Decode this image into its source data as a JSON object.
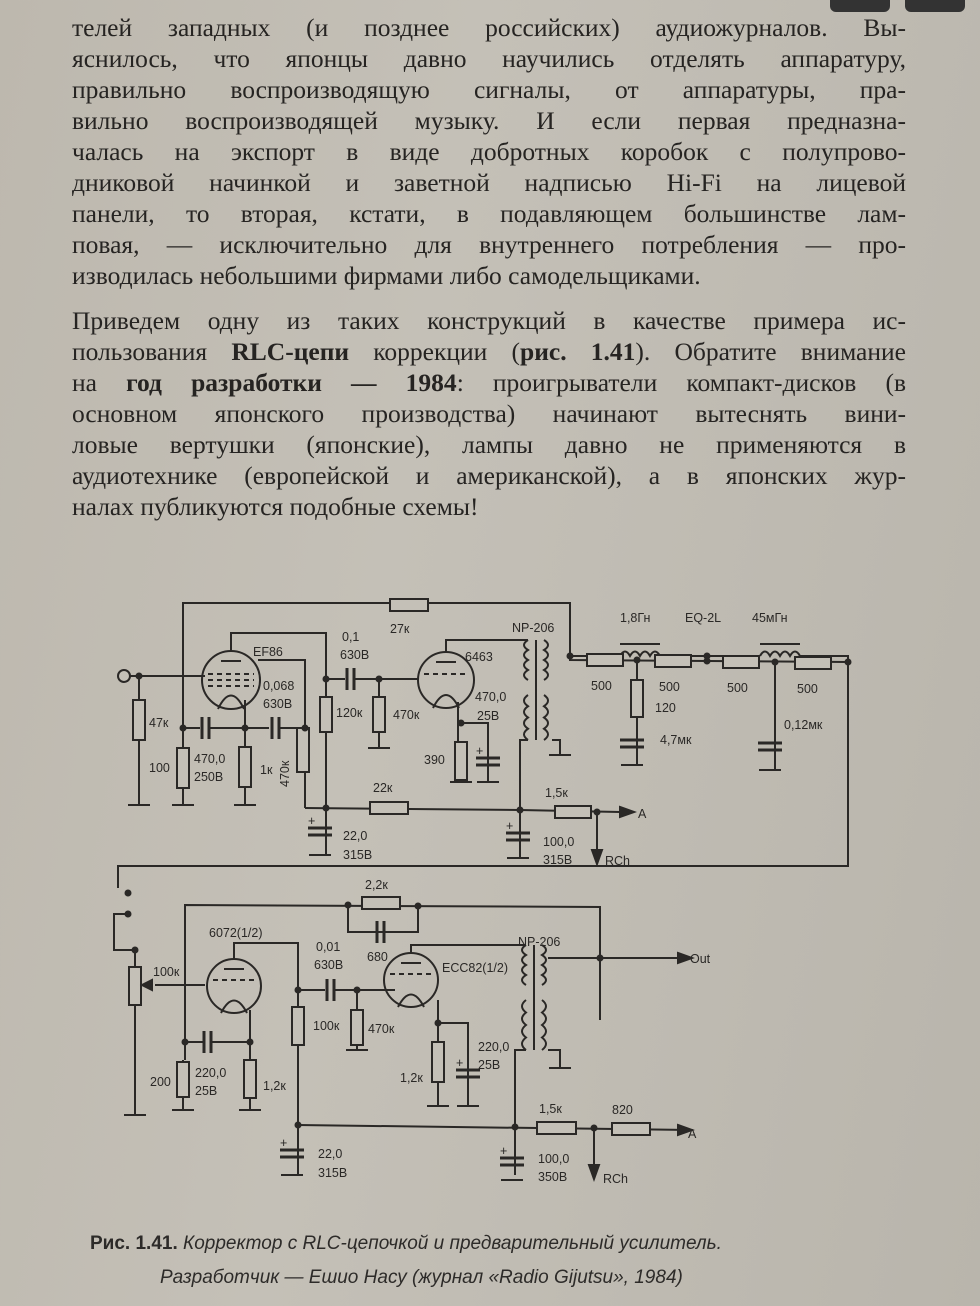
{
  "paragraph1": [
    "телей западных (и позднее российских) аудиожурналов. Вы-",
    "яснилось, что японцы давно научились отделять аппаратуру,",
    "правильно воспроизводящую сигналы, от аппаратуры, пра-",
    "вильно воспроизводящей музыку. И если первая предназна-",
    "чалась на экспорт в виде добротных коробок с полупрово-",
    "дниковой начинкой и заветной надписью Hi-Fi на лицевой",
    "панели, то вторая, кстати, в подавляющем большинстве лам-",
    "повая, — исключительно для внутреннего потребления — про-",
    "изводилась небольшими фирмами либо самодельщиками."
  ],
  "paragraph2": {
    "l1": "Приведем одну из таких конструкций в качестве примера ис-",
    "l2a": "пользования ",
    "l2b": "RLC-цепи",
    "l2c": " коррекции (",
    "l2d": "рис. 1.41",
    "l2e": "). Обратите внимание",
    "l3a": "на ",
    "l3b": "год разработки — 1984",
    "l3c": ": проигрыватели компакт-дисков (в",
    "l4": "основном японского производства) начинают вытеснять вини-",
    "l5": "ловые вертушки (японские), лампы давно не применяются в",
    "l6": "аудиотехнике (европейской и американской), а в японских жур-",
    "l7": "налах публикуются подобные схемы!"
  },
  "schematic": {
    "top": {
      "r_feedback": "27к",
      "tube1": "EF86",
      "c_coupling_val": "0,1",
      "c_coupling_v": "630В",
      "tube2": "6463",
      "transformer": "NP-206",
      "l1": "1,8Гн",
      "eq": "EQ-2L",
      "l2": "45мГн",
      "r_in": "47к",
      "r_cath": "100",
      "c_cath_val": "470,0",
      "c_cath_v": "250В",
      "c_g2_val": "0,068",
      "c_g2_v": "630В",
      "r_1k": "1к",
      "r_470k_a": "470к",
      "r_120k": "120к",
      "r_470k_b": "470к",
      "c_k2_val": "470,0",
      "c_k2_v": "25В",
      "r_390": "390",
      "r_500_1": "500",
      "r_500_2": "500",
      "r_500_3": "500",
      "r_500_4": "500",
      "r_120": "120",
      "c_47": "4,7мк",
      "c_012": "0,12мк",
      "r_22k": "22к",
      "r_15k": "1,5к",
      "out_a": "A",
      "out_rch": "RCh",
      "c_f1_val": "22,0",
      "c_f1_v": "315В",
      "c_f2_val": "100,0",
      "c_f2_v": "315В"
    },
    "bottom": {
      "r_fb": "2,2к",
      "c_fb": "680",
      "tube1": "6072(1/2)",
      "c_cpl_val": "0,01",
      "c_cpl_v": "630В",
      "tube2": "ECC82(1/2)",
      "transformer": "NP-206",
      "out": "Out",
      "pot": "100к",
      "r_100k": "100к",
      "r_470k": "470к",
      "r_200": "200",
      "c_k1_val": "220,0",
      "c_k1_v": "25В",
      "r_12k_a": "1,2к",
      "r_12k_b": "1,2к",
      "c_k2_val": "220,0",
      "c_k2_v": "25В",
      "r_15k": "1,5к",
      "r_820": "820",
      "out_a": "A",
      "out_rch": "RCh",
      "c_f1_val": "22,0",
      "c_f1_v": "315В",
      "c_f2_val": "100,0",
      "c_f2_v": "350В"
    }
  },
  "caption": {
    "label": "Рис. 1.41.",
    "title": " Корректор с RLC-цепочкой и предварительный усилитель.",
    "line2": "Разработчик — Ешио Насу (журнал «Radio Gijutsu», 1984)"
  }
}
